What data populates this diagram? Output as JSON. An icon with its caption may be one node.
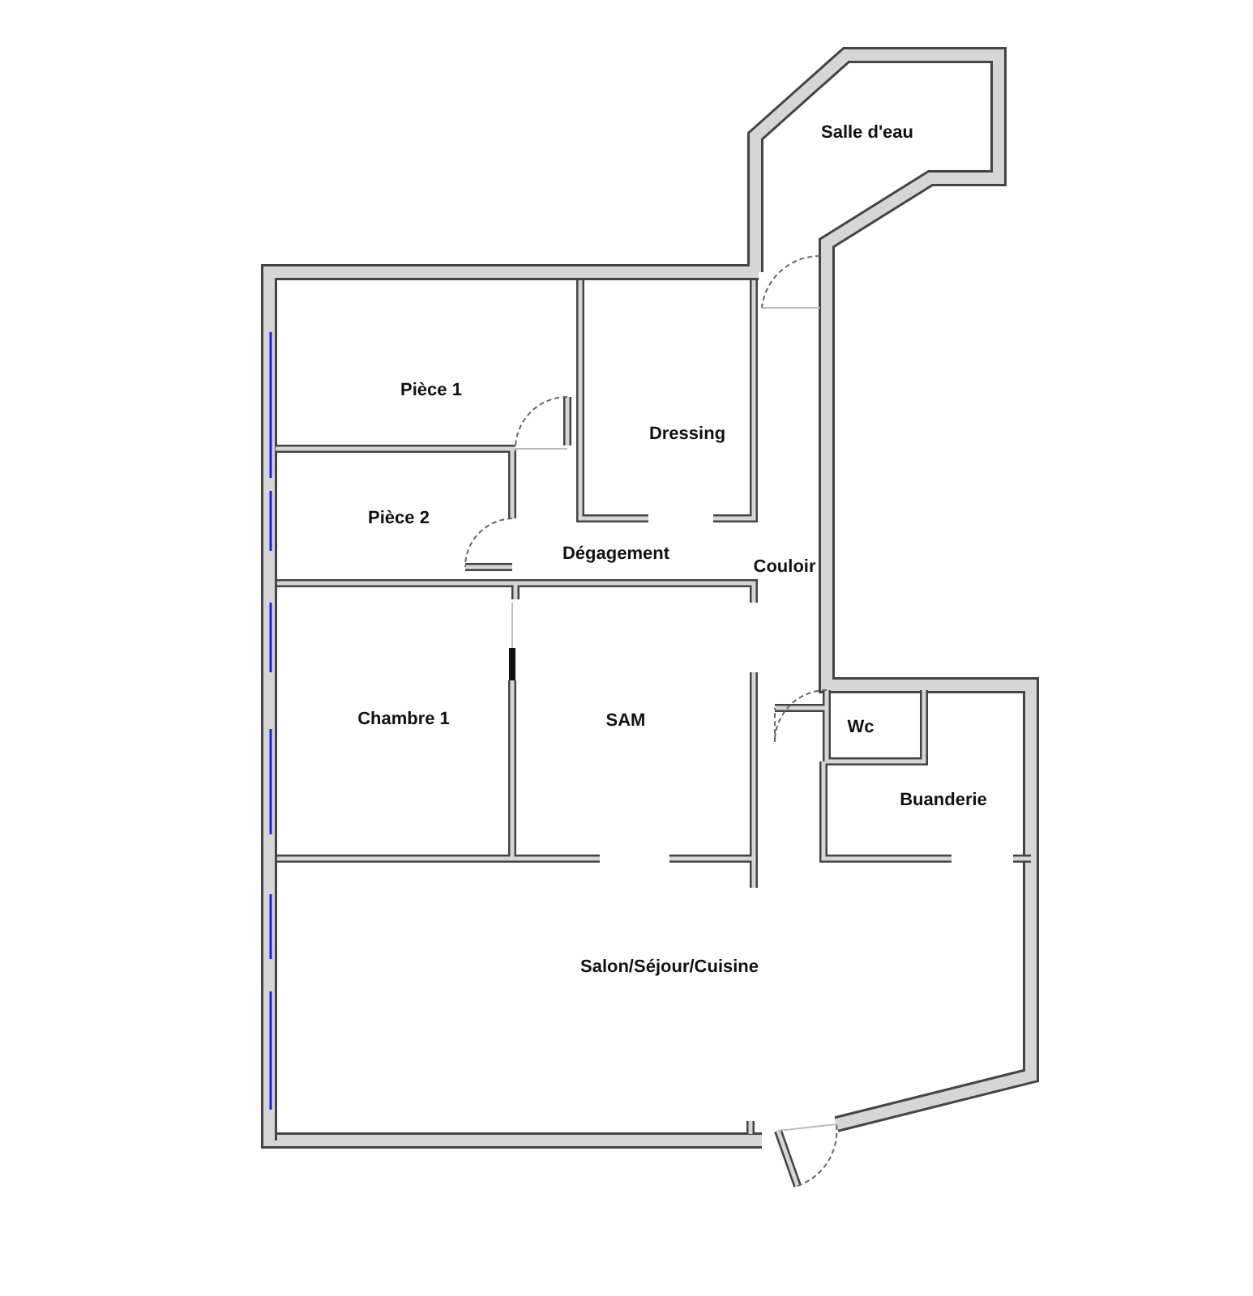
{
  "diagram": {
    "labels": [
      "Salle d'eau",
      "Pièce 1",
      "Dressing",
      "Pièce 2",
      "Dégagement",
      "Couloir",
      "Chambre 1",
      "SAM",
      "Wc",
      "Buanderie",
      "Salon/Séjour/Cuisine"
    ]
  }
}
